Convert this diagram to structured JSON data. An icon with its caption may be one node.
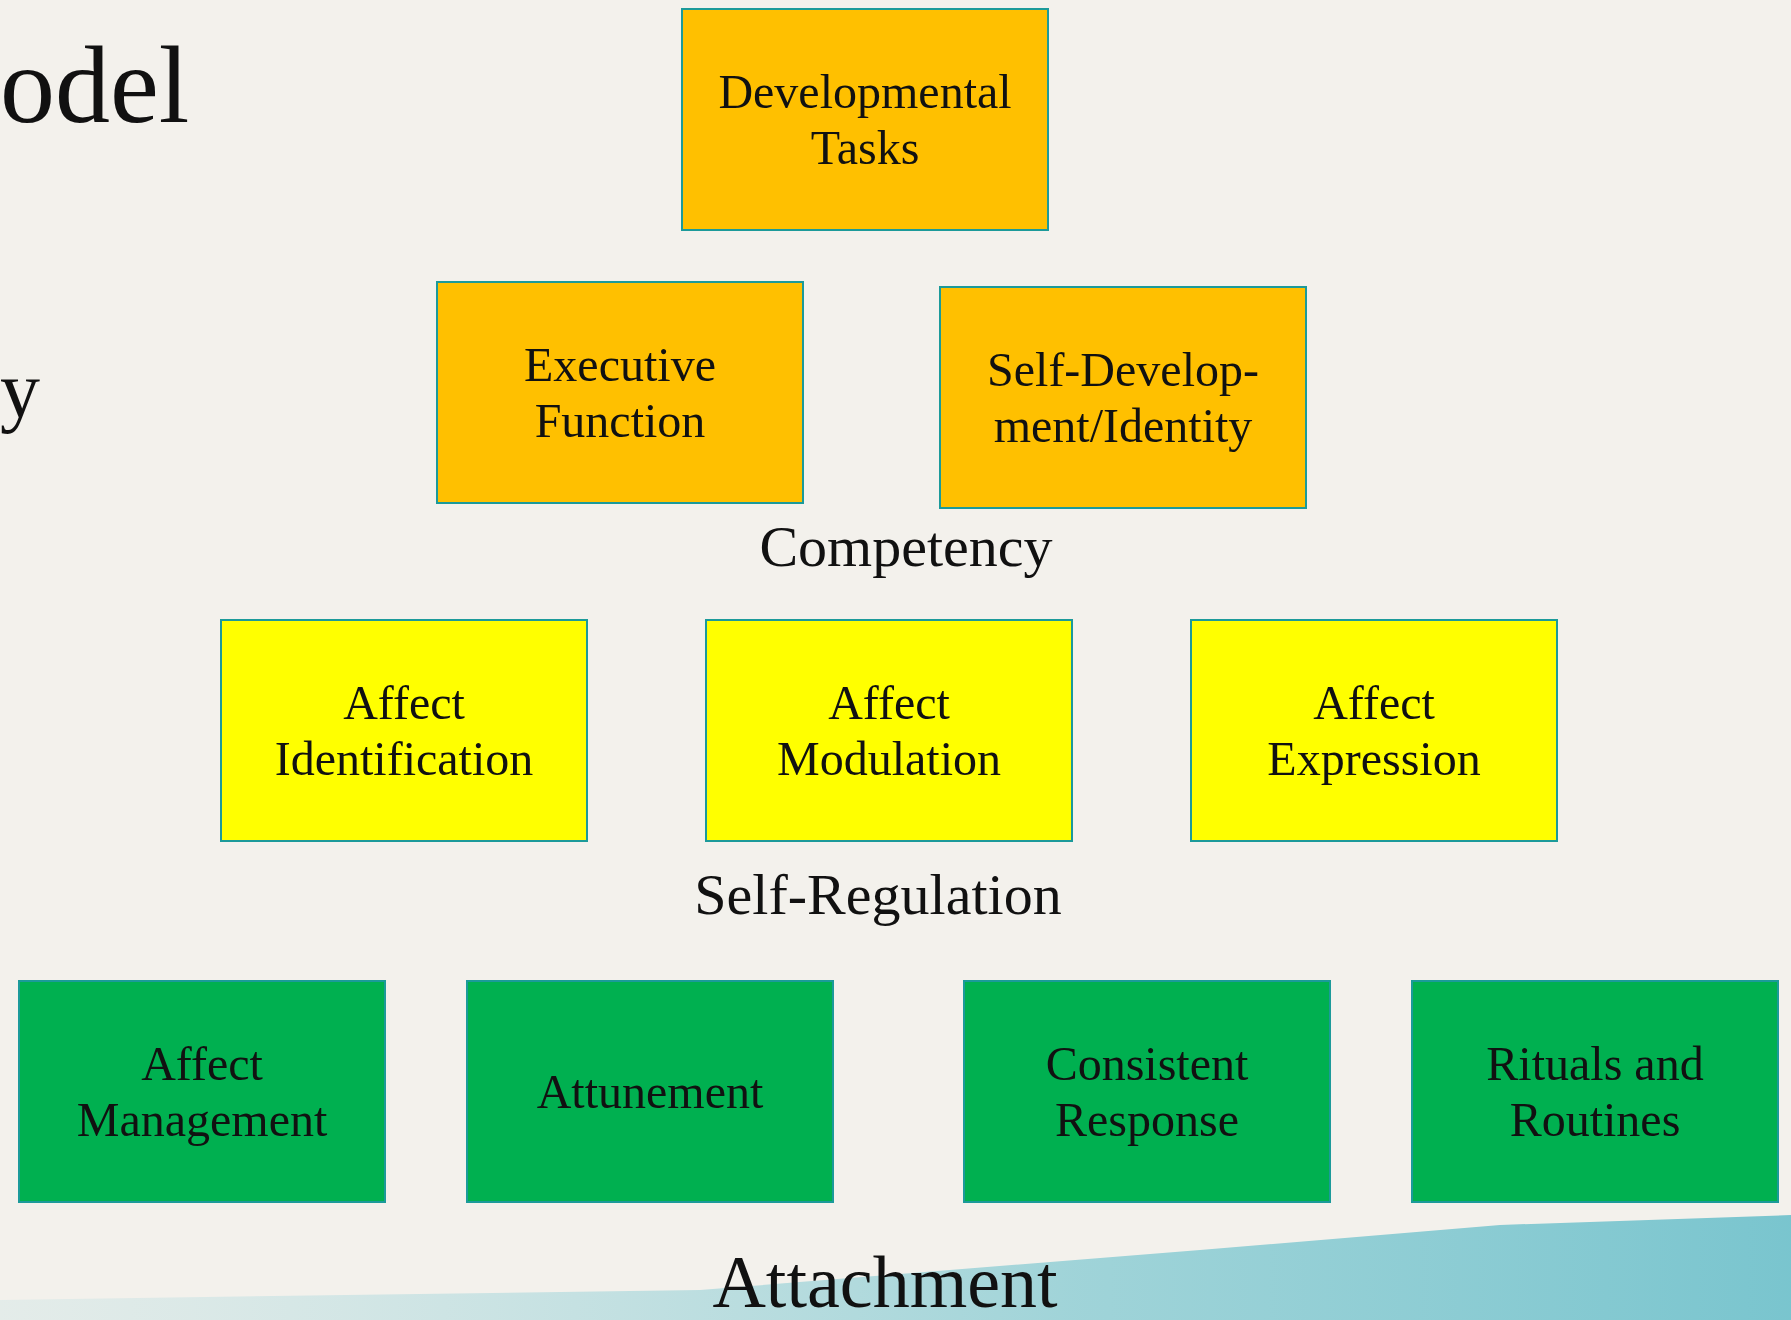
{
  "diagram": {
    "nodes": [
      {
        "text": [
          "Developmental Tasks"
        ]
      },
      {
        "text": [
          "Executive Function"
        ]
      },
      {
        "text": [
          "Self-Develop-ment/Identity"
        ]
      },
      {
        "text": [
          "Affect Identification"
        ]
      },
      {
        "text": [
          "Affect Modulation"
        ]
      },
      {
        "text": [
          "Affect Expression"
        ]
      },
      {
        "text": [
          "Affect Management"
        ]
      },
      {
        "text": [
          "Attunement"
        ]
      },
      {
        "text": [
          "Consistent Response"
        ]
      },
      {
        "text": [
          "Rituals and Routines"
        ]
      }
    ],
    "labels": [
      "odel",
      "y",
      "Competency",
      "Self-Regulation",
      "Attachment"
    ]
  }
}
